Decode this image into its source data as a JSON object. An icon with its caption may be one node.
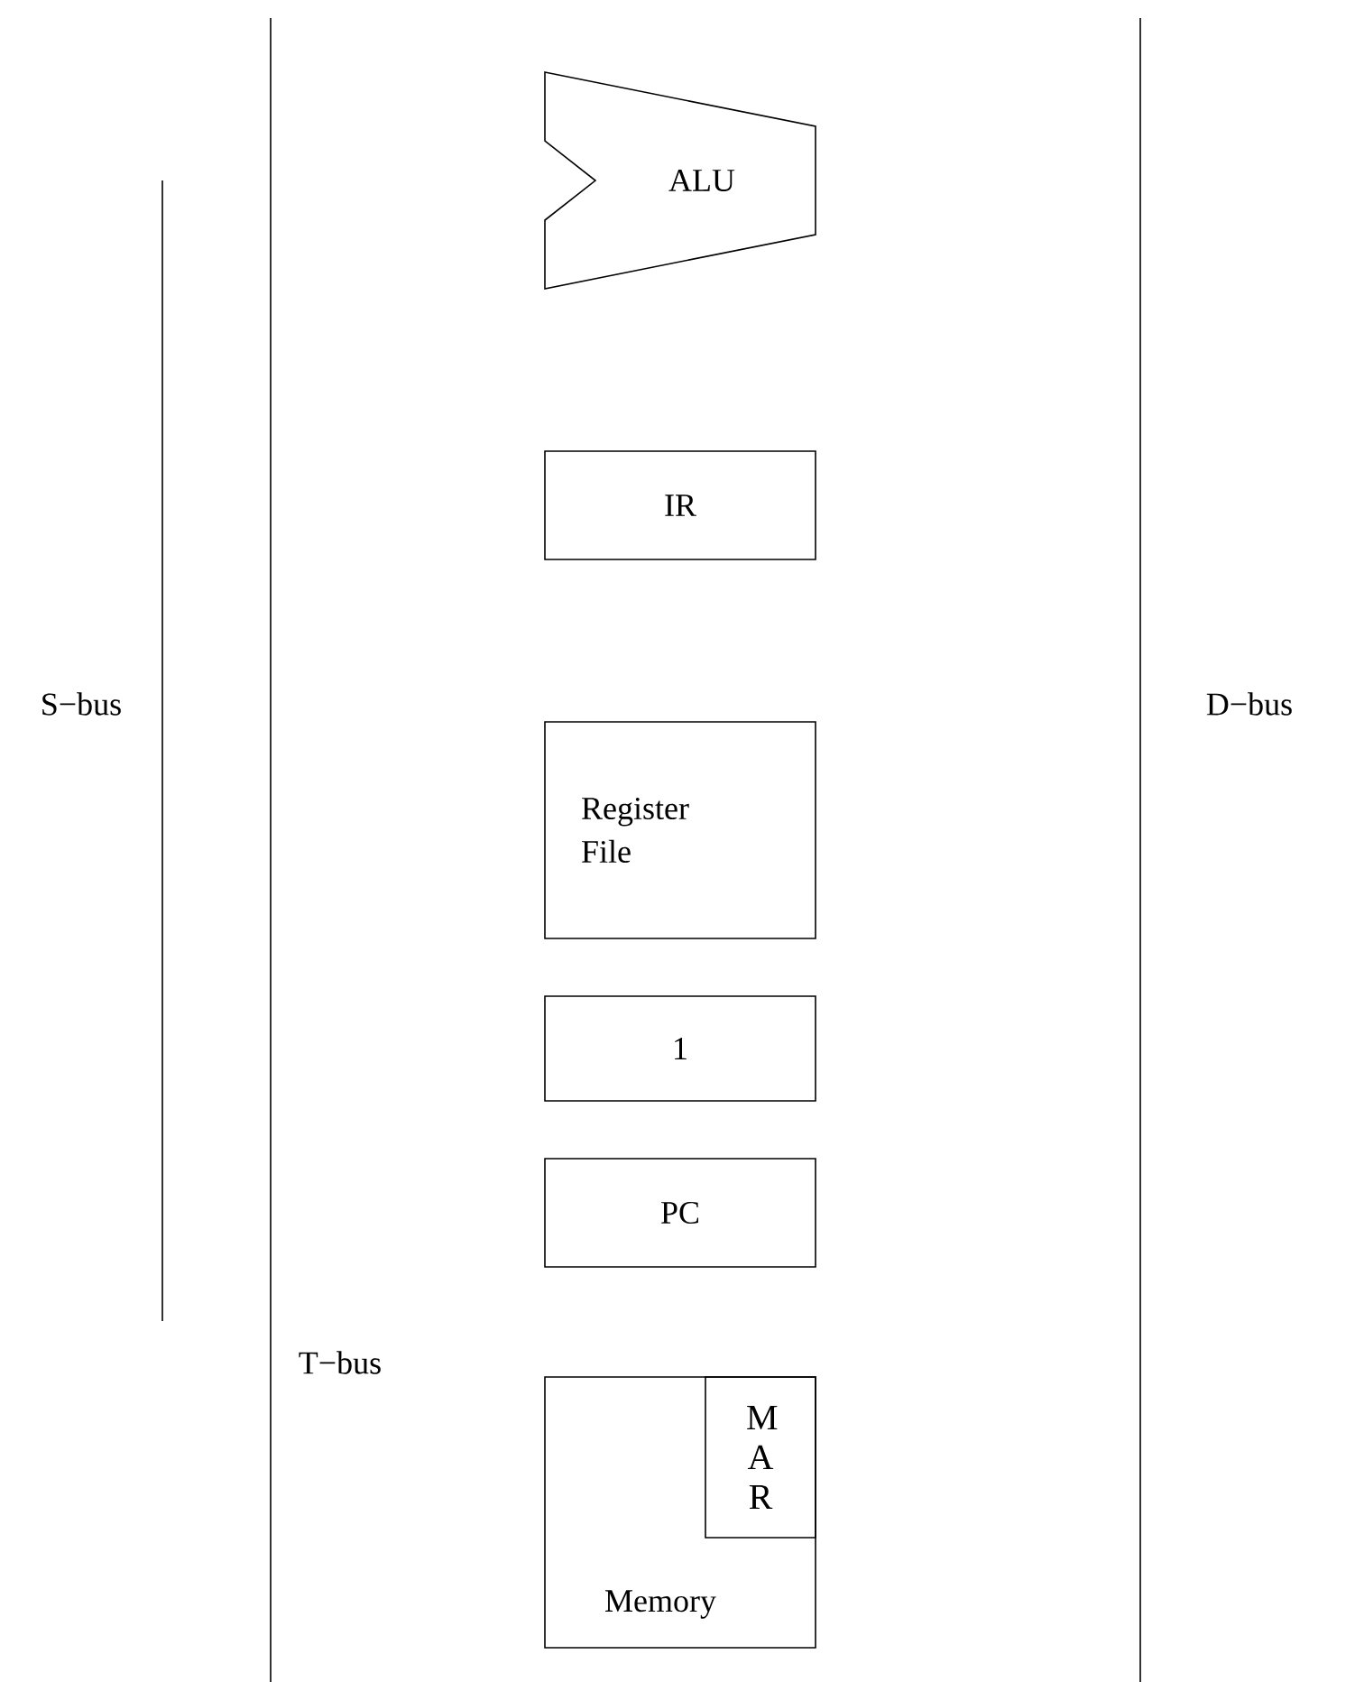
{
  "diagram": {
    "nodes": [
      {
        "text": [
          "ALU"
        ]
      },
      {
        "text": [
          "IR"
        ]
      },
      {
        "text": [
          "Register File"
        ]
      },
      {
        "text": [
          "1"
        ]
      },
      {
        "text": [
          "PC"
        ]
      },
      {
        "text": [
          "Memory"
        ]
      },
      {
        "text": [
          "M A R"
        ],
        "in": 5
      }
    ],
    "labels": [
      "S−bus",
      "T−bus",
      "D−bus"
    ]
  }
}
